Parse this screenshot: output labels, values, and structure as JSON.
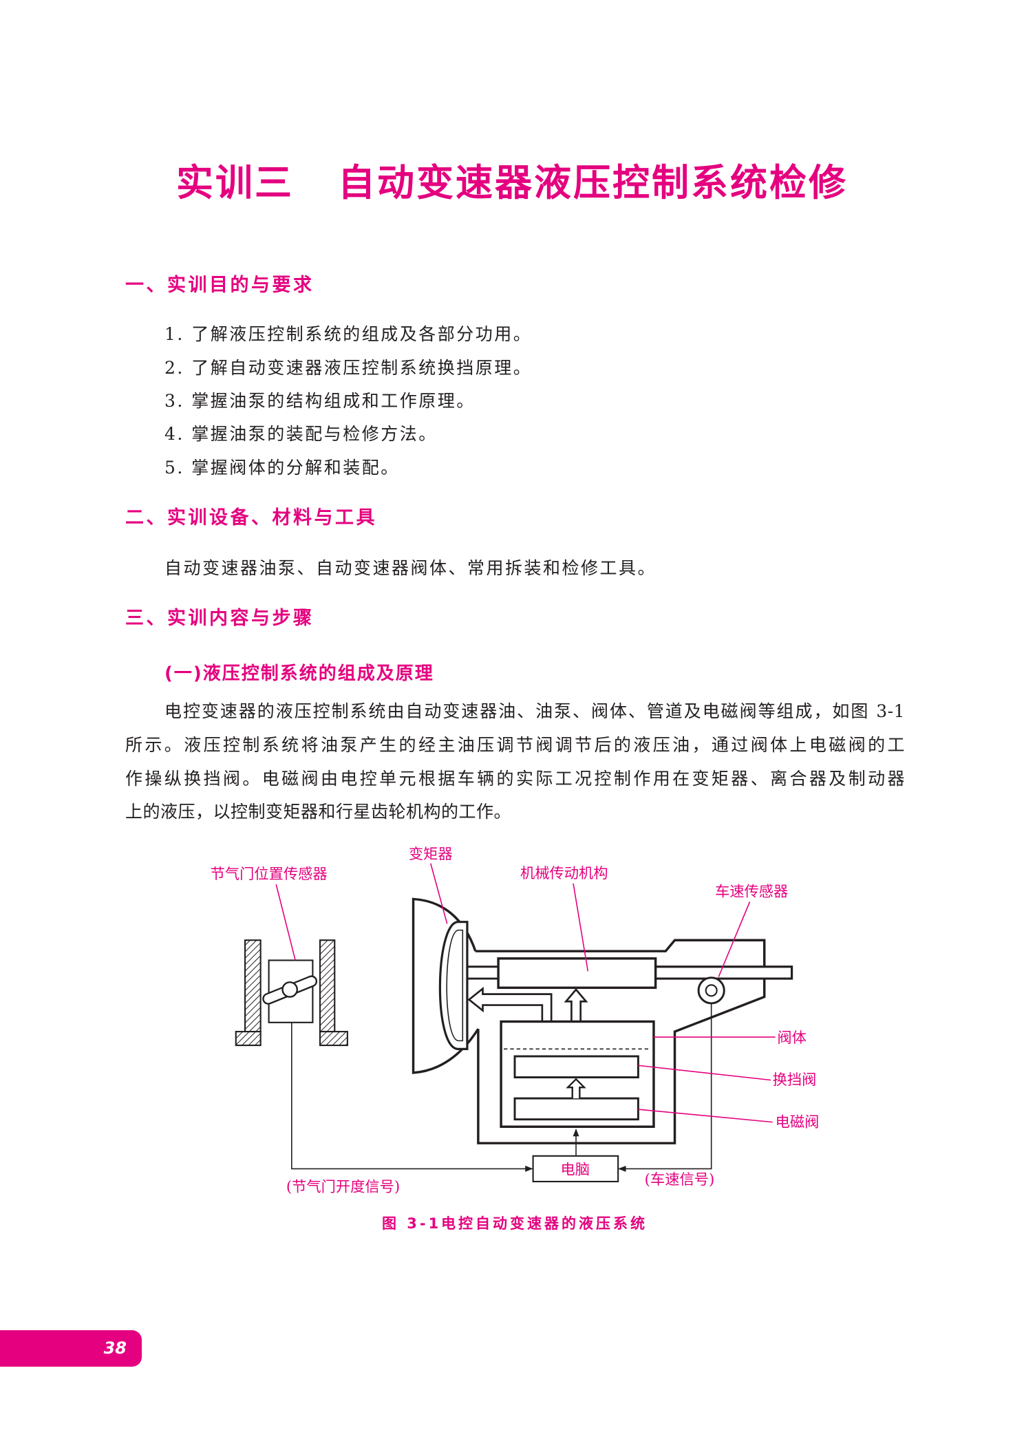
{
  "title": {
    "label": "实训三",
    "text": "自动变速器液压控制系统检修"
  },
  "section1": {
    "heading": "一、实训目的与要求",
    "items": [
      "1. 了解液压控制系统的组成及各部分功用。",
      "2. 了解自动变速器液压控制系统换挡原理。",
      "3. 掌握油泵的结构组成和工作原理。",
      "4. 掌握油泵的装配与检修方法。",
      "5. 掌握阀体的分解和装配。"
    ]
  },
  "section2": {
    "heading": "二、实训设备、材料与工具",
    "text": "自动变速器油泵、自动变速器阀体、常用拆装和检修工具。"
  },
  "section3": {
    "heading": "三、实训内容与步骤",
    "subheading": "(一)液压控制系统的组成及原理",
    "paragraph_lines": [
      "电控变速器的液压控制系统由自动变速器油、油泵、阀体、管道及电磁阀等组成，如图 3-1",
      "所示。液压控制系统将油泵产生的经主油压调节阀调节后的液压油，通过阀体上电磁阀的工",
      "作操纵换挡阀。电磁阀由电控单元根据车辆的实际工况控制作用在变矩器、离合器及制动器",
      "上的液压，以控制变矩器和行星齿轮机构的工作。"
    ]
  },
  "figure": {
    "labels": {
      "throttle_sensor": "节气门位置传感器",
      "torque_converter": "变矩器",
      "mechanical_transmission": "机械传动机构",
      "speed_sensor": "车速传感器",
      "valve_body": "阀体",
      "shift_valve": "换挡阀",
      "solenoid_valve": "电磁阀",
      "computer": "电脑",
      "throttle_signal": "(节气门开度信号)",
      "speed_signal": "(车速信号)"
    },
    "caption_number": "图 3-1",
    "caption_text": "电控自动变速器的液压系统"
  },
  "page": {
    "number": "38"
  },
  "colors": {
    "accent": "#e4007f",
    "text": "#231f20"
  }
}
